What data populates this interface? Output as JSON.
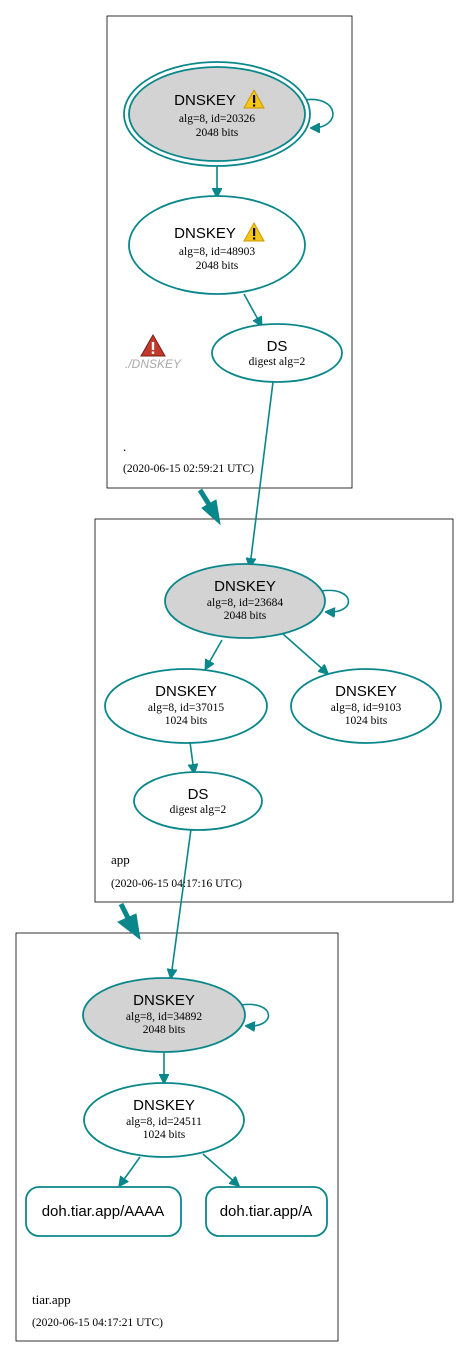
{
  "zones": {
    "root": {
      "name": ".",
      "timestamp": "(2020-06-15 02:59:21 UTC)",
      "error_label": "./DNSKEY"
    },
    "app": {
      "name": "app",
      "timestamp": "(2020-06-15 04:17:16 UTC)"
    },
    "tiar": {
      "name": "tiar.app",
      "timestamp": "(2020-06-15 04:17:21 UTC)"
    }
  },
  "nodes": {
    "root_ksk": {
      "title": "DNSKEY",
      "line1": "alg=8, id=20326",
      "line2": "2048 bits"
    },
    "root_zsk": {
      "title": "DNSKEY",
      "line1": "alg=8, id=48903",
      "line2": "2048 bits"
    },
    "root_ds": {
      "title": "DS",
      "line1": "digest alg=2"
    },
    "app_ksk": {
      "title": "DNSKEY",
      "line1": "alg=8, id=23684",
      "line2": "2048 bits"
    },
    "app_zsk1": {
      "title": "DNSKEY",
      "line1": "alg=8, id=37015",
      "line2": "1024 bits"
    },
    "app_zsk2": {
      "title": "DNSKEY",
      "line1": "alg=8, id=9103",
      "line2": "1024 bits"
    },
    "app_ds": {
      "title": "DS",
      "line1": "digest alg=2"
    },
    "tiar_ksk": {
      "title": "DNSKEY",
      "line1": "alg=8, id=34892",
      "line2": "2048 bits"
    },
    "tiar_zsk": {
      "title": "DNSKEY",
      "line1": "alg=8, id=24511",
      "line2": "1024 bits"
    },
    "rr_aaaa": {
      "title": "doh.tiar.app/AAAA"
    },
    "rr_a": {
      "title": "doh.tiar.app/A"
    }
  },
  "colors": {
    "edge": "#0a878a",
    "ksk_fill": "#d3d3d3",
    "warning": "#f5c518",
    "error": "#c0392b"
  },
  "icons": {
    "warning": "warning-icon",
    "error": "error-icon"
  }
}
